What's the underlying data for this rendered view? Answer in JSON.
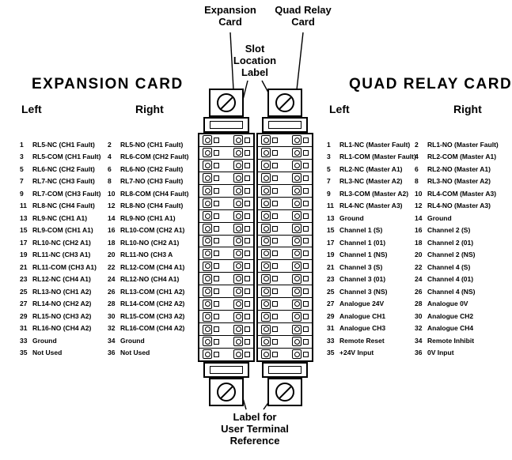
{
  "annotations": {
    "expansion_card": "Expansion\nCard",
    "quad_relay_card": "Quad Relay\nCard",
    "slot_location": "Slot\nLocation\nLabel",
    "user_terminal": "Label for\nUser Terminal\nReference"
  },
  "expansion": {
    "title": "EXPANSION CARD",
    "left_header": "Left",
    "right_header": "Right",
    "rows": [
      {
        "ln": "1",
        "ll": "RL5-NC (CH1 Fault)",
        "rn": "2",
        "rl": "RL5-NO (CH1 Fault)"
      },
      {
        "ln": "3",
        "ll": "RL5-COM (CH1 Fault)",
        "rn": "4",
        "rl": "RL6-COM (CH2 Fault)"
      },
      {
        "ln": "5",
        "ll": "RL6-NC (CH2 Fault)",
        "rn": "6",
        "rl": "RL6-NO (CH2 Fault)"
      },
      {
        "ln": "7",
        "ll": "RL7-NC (CH3 Fault)",
        "rn": "8",
        "rl": "RL7-NO (CH3 Fault)"
      },
      {
        "ln": "9",
        "ll": "RL7-COM (CH3 Fault)",
        "rn": "10",
        "rl": "RL8-COM (CH4 Fault)"
      },
      {
        "ln": "11",
        "ll": "RL8-NC (CH4 Fault)",
        "rn": "12",
        "rl": "RL8-NO (CH4 Fault)"
      },
      {
        "ln": "13",
        "ll": "RL9-NC (CH1 A1)",
        "rn": "14",
        "rl": "RL9-NO (CH1 A1)"
      },
      {
        "ln": "15",
        "ll": "RL9-COM (CH1 A1)",
        "rn": "16",
        "rl": "RL10-COM (CH2 A1)"
      },
      {
        "ln": "17",
        "ll": "RL10-NC (CH2 A1)",
        "rn": "18",
        "rl": "RL10-NO (CH2 A1)"
      },
      {
        "ln": "19",
        "ll": "RL11-NC (CH3 A1)",
        "rn": "20",
        "rl": "RL11-NO (CH3 A"
      },
      {
        "ln": "21",
        "ll": "RL11-COM (CH3 A1)",
        "rn": "22",
        "rl": "RL12-COM (CH4 A1)"
      },
      {
        "ln": "23",
        "ll": "RL12-NC (CH4 A1)",
        "rn": "24",
        "rl": "RL12-NO (CH4 A1)"
      },
      {
        "ln": "25",
        "ll": "RL13-NO (CH1 A2)",
        "rn": "26",
        "rl": "RL13-COM (CH1 A2)"
      },
      {
        "ln": "27",
        "ll": "RL14-NO (CH2 A2)",
        "rn": "28",
        "rl": "RL14-COM (CH2 A2)"
      },
      {
        "ln": "29",
        "ll": "RL15-NO (CH3 A2)",
        "rn": "30",
        "rl": "RL15-COM (CH3 A2)"
      },
      {
        "ln": "31",
        "ll": "RL16-NO (CH4 A2)",
        "rn": "32",
        "rl": "RL16-COM (CH4 A2)"
      },
      {
        "ln": "33",
        "ll": "Ground",
        "rn": "34",
        "rl": "Ground"
      },
      {
        "ln": "35",
        "ll": "Not Used",
        "rn": "36",
        "rl": "Not Used"
      }
    ]
  },
  "quad_relay": {
    "title": "QUAD RELAY CARD",
    "left_header": "Left",
    "right_header": "Right",
    "rows": [
      {
        "ln": "1",
        "ll": "RL1-NC (Master Fault)",
        "rn": "2",
        "rl": "RL1-NO (Master Fault)"
      },
      {
        "ln": "3",
        "ll": "RL1-COM (Master Fault)",
        "rn": "4",
        "rl": "RL2-COM (Master A1)"
      },
      {
        "ln": "5",
        "ll": "RL2-NC (Master A1)",
        "rn": "6",
        "rl": "RL2-NO (Master A1)"
      },
      {
        "ln": "7",
        "ll": "RL3-NC (Master A2)",
        "rn": "8",
        "rl": "RL3-NO (Master A2)"
      },
      {
        "ln": "9",
        "ll": "RL3-COM (Master A2)",
        "rn": "10",
        "rl": "RL4-COM (Master A3)"
      },
      {
        "ln": "11",
        "ll": "RL4-NC (Master A3)",
        "rn": "12",
        "rl": "RL4-NO (Master A3)"
      },
      {
        "ln": "13",
        "ll": "Ground",
        "rn": "14",
        "rl": "Ground"
      },
      {
        "ln": "15",
        "ll": "Channel 1 (S)",
        "rn": "16",
        "rl": "Channel 2 (S)"
      },
      {
        "ln": "17",
        "ll": "Channel 1 (01)",
        "rn": "18",
        "rl": "Channel 2 (01)"
      },
      {
        "ln": "19",
        "ll": "Channel 1 (NS)",
        "rn": "20",
        "rl": "Channel 2 (NS)"
      },
      {
        "ln": "21",
        "ll": "Channel 3 (S)",
        "rn": "22",
        "rl": "Channel 4 (S)"
      },
      {
        "ln": "23",
        "ll": "Channel 3 (01)",
        "rn": "24",
        "rl": "Channel 4 (01)"
      },
      {
        "ln": "25",
        "ll": "Channel 3 (NS)",
        "rn": "26",
        "rl": "Channel 4 (NS)"
      },
      {
        "ln": "27",
        "ll": "Analogue 24V",
        "rn": "28",
        "rl": "Analogue 0V"
      },
      {
        "ln": "29",
        "ll": "Analogue CH1",
        "rn": "30",
        "rl": "Analogue CH2"
      },
      {
        "ln": "31",
        "ll": "Analogue CH3",
        "rn": "32",
        "rl": "Analogue CH4"
      },
      {
        "ln": "33",
        "ll": "Remote Reset",
        "rn": "34",
        "rl": "Remote Inhibit"
      },
      {
        "ln": "35",
        "ll": "+24V Input",
        "rn": "36",
        "rl": "0V Input"
      }
    ]
  }
}
